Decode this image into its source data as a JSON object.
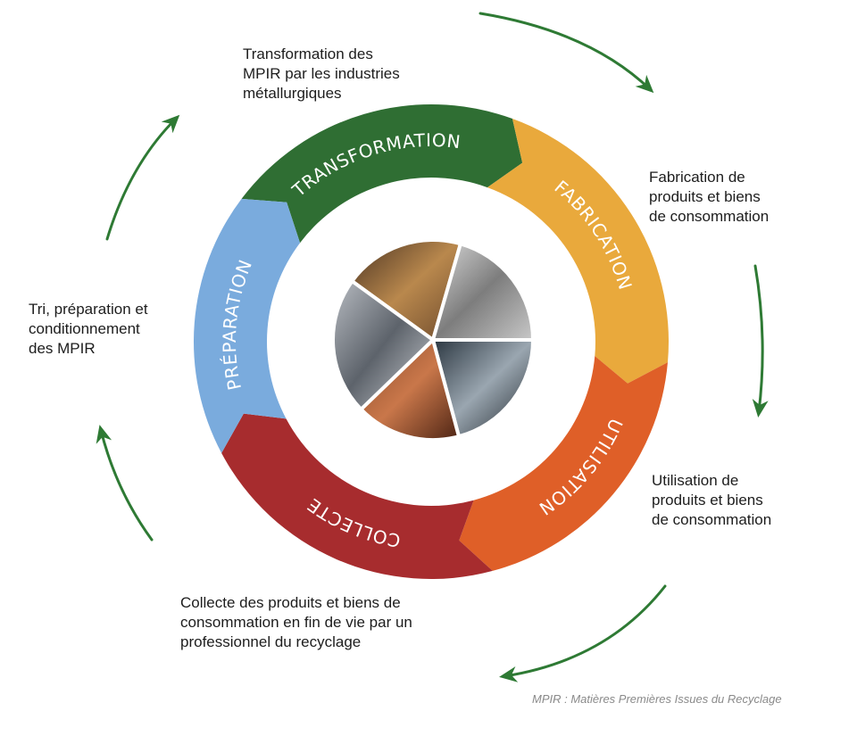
{
  "ring": {
    "segments": [
      {
        "label": "TRANSFORMATION",
        "color": "#2f6e33"
      },
      {
        "label": "FABRICATION",
        "color": "#e9a93c"
      },
      {
        "label": "UTILISATION",
        "color": "#df5f28"
      },
      {
        "label": "COLLECTE",
        "color": "#a72c2e"
      },
      {
        "label": "PRÉPARATION",
        "color": "#7aabdd"
      }
    ]
  },
  "captions": {
    "transformation": "Transformation des\nMPIR par les industries\nmétallurgiques",
    "fabrication": "Fabrication de\nproduits et biens\nde consommation",
    "utilisation": "Utilisation de\nproduits et biens\nde consommation",
    "collecte": "Collecte des produits et biens de\nconsommation en fin de vie par un\nprofessionnel du recyclage",
    "preparation": "Tri, préparation et\nconditionnement\ndes MPIR"
  },
  "arrow_color": "#2e7a34",
  "footnote": "MPIR : Matières Premières Issues du Recyclage"
}
